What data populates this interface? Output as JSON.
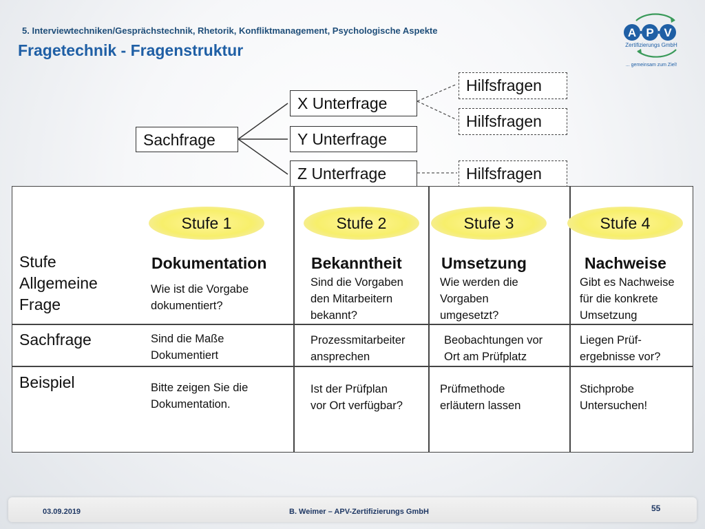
{
  "header": {
    "subtitle": "5. Interviewtechniken/Gesprächstechnik, Rhetorik, Konfliktmanagement, Psychologische Aspekte",
    "title": "Fragetechnik  - Fragenstruktur"
  },
  "logo": {
    "letters": [
      "A",
      "P",
      "V"
    ],
    "line1": "Zertifizierungs GmbH",
    "tagline": "... gemeinsam zum Ziel!"
  },
  "tree": {
    "root": "Sachfrage",
    "sub": [
      "X Unterfrage",
      "Y Unterfrage",
      "Z Unterfrage"
    ],
    "help": [
      "Hilfsfragen",
      "Hilfsfragen",
      "Hilfsfragen"
    ]
  },
  "table": {
    "stufen": [
      "Stufe  1",
      "Stufe  2",
      "Stufe  3",
      "Stufe  4"
    ],
    "row_labels": {
      "stufe": "Stufe",
      "allgemein1": "Allgemeine",
      "allgemein2": "Frage",
      "sachfrage": "Sachfrage",
      "beispiel": "Beispiel"
    },
    "columns": [
      {
        "head": "Dokumentation",
        "allg": [
          "Wie ist die Vorgabe",
          "dokumentiert?"
        ],
        "sach": [
          "Sind die Maße",
          "Dokumentiert"
        ],
        "beisp": [
          "Bitte zeigen Sie die",
          "Dokumentation."
        ]
      },
      {
        "head": "Bekanntheit",
        "allg": [
          "Sind die Vorgaben",
          "den Mitarbeitern",
          "bekannt?"
        ],
        "sach": [
          "Prozessmitarbeiter",
          "ansprechen"
        ],
        "beisp": [
          "Ist der Prüfplan",
          "vor Ort verfügbar?"
        ]
      },
      {
        "head": "Umsetzung",
        "allg": [
          "Wie werden die",
          "Vorgaben",
          "umgesetzt?"
        ],
        "sach": [
          "Beobachtungen vor",
          "Ort am Prüfplatz"
        ],
        "beisp": [
          "Prüfmethode",
          "erläutern lassen"
        ]
      },
      {
        "head": "Nachweise",
        "allg": [
          "Gibt es Nachweise",
          "für die konkrete",
          "Umsetzung"
        ],
        "sach": [
          "Liegen Prüf-",
          "ergebnisse vor?"
        ],
        "beisp": [
          "Stichprobe",
          "Untersuchen!"
        ]
      }
    ]
  },
  "footer": {
    "date": "03.09.2019",
    "author": "B. Weimer – APV-Zertifizierungs GmbH",
    "page": "55"
  },
  "colors": {
    "title": "#1f5fa5",
    "ellipse": "#f7ef6b",
    "logo_blue": "#1f5fa5",
    "logo_green": "#3a9a5a"
  }
}
